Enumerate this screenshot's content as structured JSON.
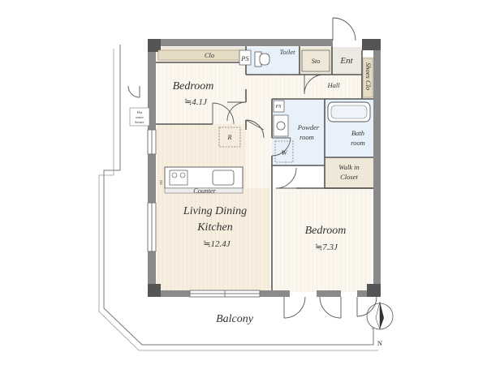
{
  "rooms": {
    "bedroom1": {
      "name": "Bedroom",
      "area": "≒4.1J"
    },
    "ldk": {
      "name_line1": "Living Dining",
      "name_line2": "Kitchen",
      "area": "≒12.4J"
    },
    "bedroom2": {
      "name": "Bedroom",
      "area": "≒7.3J"
    },
    "powder": {
      "name_line1": "Powder",
      "name_line2": "room"
    },
    "bath": {
      "name_line1": "Bath",
      "name_line2": "room"
    },
    "walkin": {
      "name_line1": "Walk in",
      "name_line2": "Closet"
    },
    "toilet": "Toilet",
    "hall": "Hall",
    "balcony": "Balcony"
  },
  "labels": {
    "clo": "Clo",
    "ps1": "PS",
    "ps2": "PS",
    "sto": "Sto",
    "ent": "Ent",
    "shoes": "Shoes Clo",
    "counter": "Counter",
    "refrigerator": "R",
    "washer": "W",
    "ds": "DS",
    "heater_line1": "Hot",
    "heater_line2": "water",
    "heater_line3": "heater",
    "north": "N"
  }
}
